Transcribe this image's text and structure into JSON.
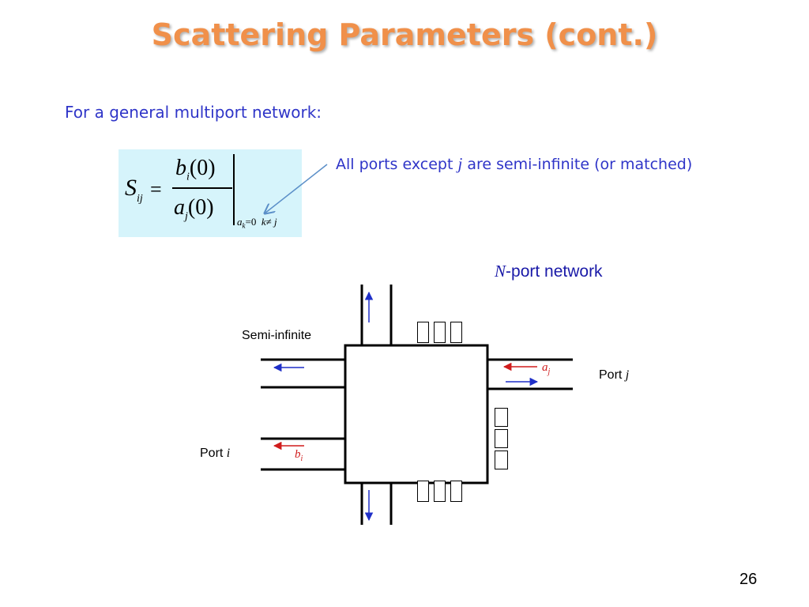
{
  "slide": {
    "title": "Scattering Parameters (cont.)",
    "intro": "For a general multiport network:",
    "page_number": "26"
  },
  "formula": {
    "lhs": "S",
    "lhs_sub": "ij",
    "equals": "=",
    "numerator_var": "b",
    "numerator_sub": "i",
    "numerator_arg": "(0)",
    "denominator_var": "a",
    "denominator_sub": "j",
    "denominator_arg": "(0)",
    "cond_var": "a",
    "cond_sub": "k",
    "cond_eq": "=0",
    "cond_k": "k",
    "cond_neq": "≠",
    "cond_j": "j"
  },
  "annotation": {
    "text_before": "All ports except ",
    "var": "j",
    "text_after": " are semi-infinite (or matched)"
  },
  "network": {
    "label_var": "N",
    "label_text": "-port network",
    "semi_infinite_label": "Semi-infinite",
    "port_j_text": "Port ",
    "port_j_var": "j",
    "port_i_text": "Port ",
    "port_i_var": "i",
    "wave_a": "a",
    "wave_a_sub": "j",
    "wave_b": "b",
    "wave_b_sub": "i"
  },
  "colors": {
    "title": "#f0904a",
    "body_text": "#2f35c8",
    "formula_bg": "#d6f4fb",
    "incident_arrow": "#d01c1c",
    "outgoing_arrow": "#1f2fc8",
    "pointer_arrow": "#5b8fc8"
  }
}
